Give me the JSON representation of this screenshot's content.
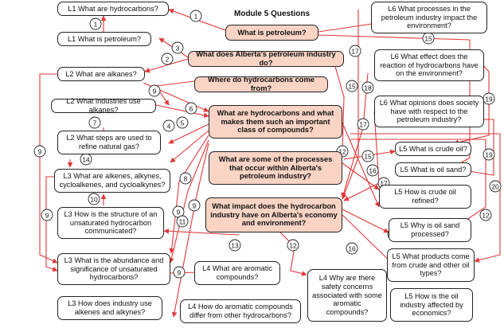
{
  "title": "Module 5 Questions",
  "boxes": {
    "what_is_petroleum": "What is petroleum?",
    "alberta_industry": "What does Alberta's petroleum industry do?",
    "hydrocarbons_come_from": "Where do hydrocarbons come from?",
    "what_are_hydrocarbons": "What are hydrocarbons and what makes them such an important class of compounds?",
    "processes_alberta": "What are some of the processes that occur within Alberta's petroleum industry?",
    "impact_economy": "What impact does the hydrocarbon industry have on Alberta's economy and environment?",
    "l1_hydrocarbons": "L1 What are hydrocarbons?",
    "l1_petroleum": "L1 What is petroleum?",
    "l2_alkanes": "L2 What are alkanes?",
    "l2_industries": "L2 What industries use alkanes?",
    "l2_refine": "L2 What steps are used to refine natural gas?",
    "l3_alkenes": "L3 What are alkenes, alkynes, cycloalkenes, and cycloalkynes?",
    "l3_structure": "L3 How is the structure of an unsaturated hydrocarbon communicated?",
    "l3_abundance": "L3 What is the abundance and significance of unsaturated hydrocarbons?",
    "l3_industry_use": "L3 How does industry use alkenes and alkynes?",
    "l4_aromatic": "L4 What are aromatic compounds?",
    "l4_differ": "L4 How do aromatic compounds differ from other hydrocarbons?",
    "l4_safety": "L4 Why are there safety concerns associated with some aromatic compounds?",
    "l5_crude": "L5 What is crude oil?",
    "l5_sand": "L5 What is oil sand?",
    "l5_refined": "L5 How is crude oil refined?",
    "l5_sand_processed": "L5 Why is oil sand processed?",
    "l5_products": "L5 What products come from crude and other oil types?",
    "l5_economics": "L5 How is the oil industry affected by economics?",
    "l6_processes": "L6 What processes in the petroleum industry impact the environment?",
    "l6_effect": "L6 What effect does the reaction of hydrocarbons have on the environment?",
    "l6_opinions": "L6 What opinions does society have with respect to the petroleum industry?"
  },
  "link_numbers": [
    "1",
    "1",
    "2",
    "3",
    "4",
    "5",
    "6",
    "7",
    "8",
    "9",
    "9",
    "9",
    "9",
    "9",
    "9",
    "10",
    "11",
    "12",
    "12",
    "12",
    "12",
    "13",
    "14",
    "15",
    "15",
    "15",
    "16",
    "16",
    "17",
    "17",
    "17",
    "18",
    "19",
    "19",
    "20"
  ]
}
